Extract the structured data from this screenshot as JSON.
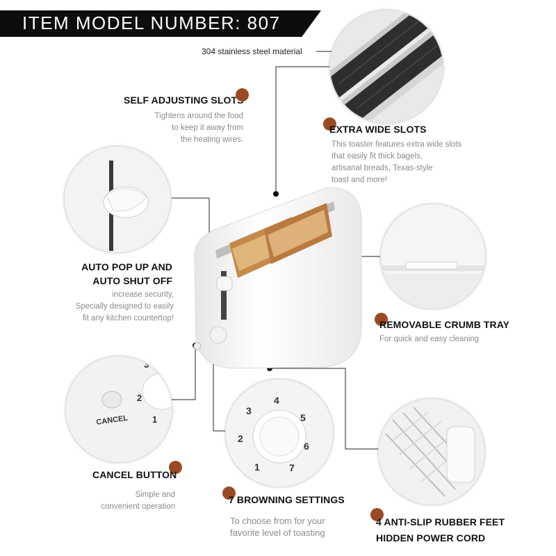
{
  "header": {
    "model": "ITEM MODEL NUMBER: 807"
  },
  "steel_label": "304 stainless steel material",
  "features": {
    "self_adjusting": {
      "title": "SELF ADJUSTING SLOTS",
      "lines": [
        "Tightens around the food",
        "to keep it away from",
        "the heating wires."
      ]
    },
    "extra_wide": {
      "title": "EXTRA WIDE SLOTS",
      "lines": [
        "This toaster features extra wide slots",
        "that easily fit thick bagels,",
        "artisanal breads, Texas-style",
        "toast and more!"
      ]
    },
    "auto_pop": {
      "title_lines": [
        "AUTO POP UP AND",
        "AUTO SHUT OFF"
      ],
      "lines": [
        "increase security,",
        "Specially designed to easily",
        "fit any kitchen countertop!"
      ]
    },
    "crumb_tray": {
      "title": "REMOVABLE CRUMB TRAY",
      "lines": [
        "For quick and easy cleaning"
      ]
    },
    "cancel": {
      "title": "CANCEL BUTTON",
      "lines": [
        "Simple and",
        "convenient operation"
      ]
    },
    "browning": {
      "title": "7 BROWNING SETTINGS",
      "lines": [
        "To choose from for your",
        "favorite level of toasting"
      ]
    },
    "feet": {
      "title_lines": [
        "4 ANTI-SLIP RUBBER FEET",
        "HIDDEN POWER CORD"
      ]
    }
  },
  "dial": {
    "numbers": [
      "1",
      "2",
      "3",
      "4",
      "5",
      "6",
      "7"
    ]
  },
  "cancel_closeup": {
    "label": "CANCEL",
    "numbers": [
      "1",
      "2",
      "3"
    ]
  },
  "colors": {
    "accent_dot": "#9a4a22",
    "banner": "#0d0d0d",
    "desc_text": "#8a8a8a"
  }
}
